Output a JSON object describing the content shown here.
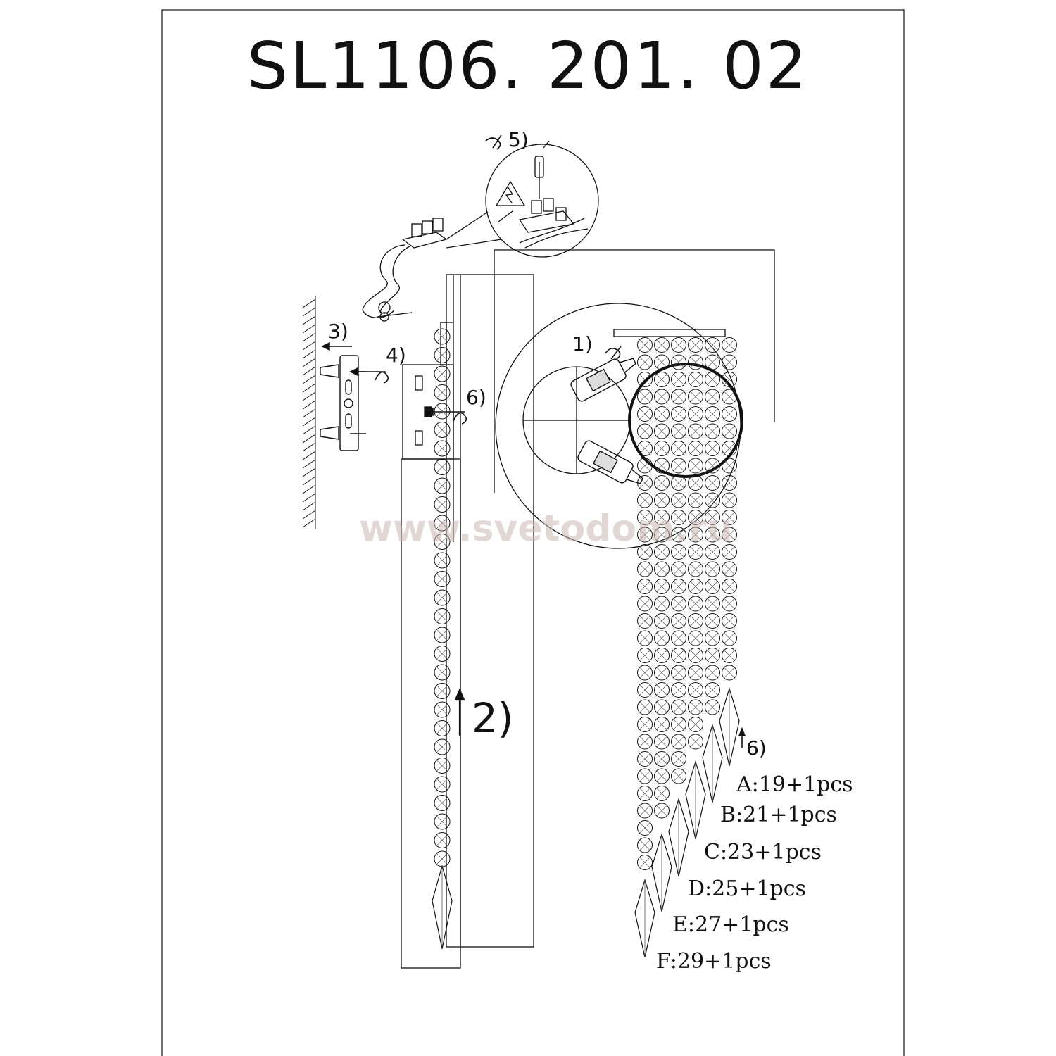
{
  "title": "SL1106. 201. 02",
  "watermark": "www.svetodom.ru",
  "steps": {
    "s1": "1)",
    "s2": "2)",
    "s3": "3)",
    "s4": "4)",
    "s5": "5)",
    "s6a": "6)",
    "s6b": "6)"
  },
  "strands": [
    {
      "label": "A:19+1pcs"
    },
    {
      "label": "B:21+1pcs"
    },
    {
      "label": "C:23+1pcs"
    },
    {
      "label": "D:25+1pcs"
    },
    {
      "label": "E:27+1pcs"
    },
    {
      "label": "F:29+1pcs"
    }
  ],
  "colors": {
    "line": "#111111",
    "watermark": "#c9b8b3"
  }
}
